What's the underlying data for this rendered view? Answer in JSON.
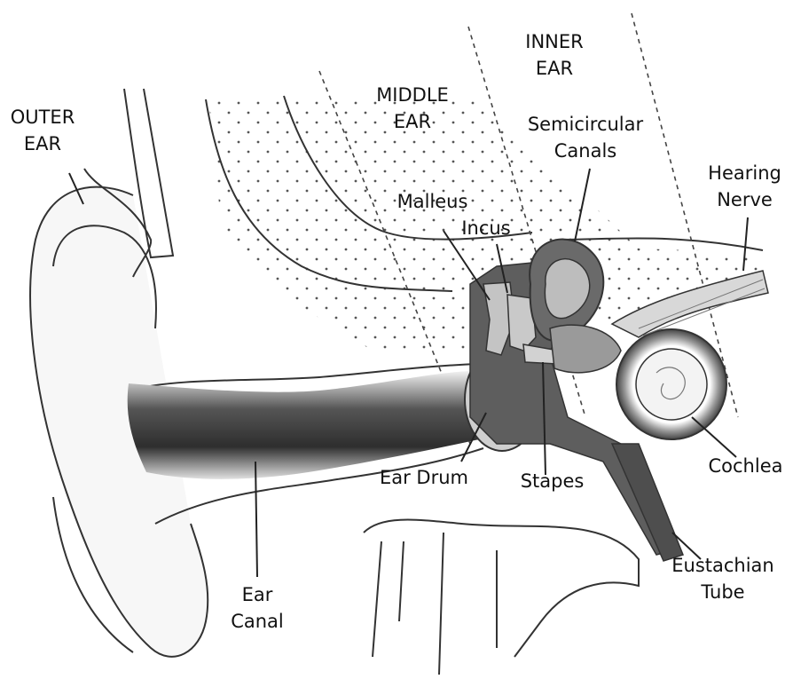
{
  "labels": {
    "outer_ear": {
      "lines": [
        "OUTER",
        "EAR"
      ]
    },
    "middle_ear": {
      "lines": [
        "MIDDLE",
        "EAR"
      ]
    },
    "inner_ear": {
      "lines": [
        "INNER",
        "EAR"
      ]
    },
    "semicircular": {
      "lines": [
        "Semicircular",
        "Canals"
      ]
    },
    "hearing_nerve": {
      "lines": [
        "Hearing",
        "Nerve"
      ]
    },
    "malleus": {
      "lines": [
        "Malleus"
      ]
    },
    "incus": {
      "lines": [
        "Incus"
      ]
    },
    "ear_drum": {
      "lines": [
        "Ear Drum"
      ]
    },
    "stapes": {
      "lines": [
        "Stapes"
      ]
    },
    "cochlea": {
      "lines": [
        "Cochlea"
      ]
    },
    "ear_canal": {
      "lines": [
        "Ear",
        "Canal"
      ]
    },
    "eustachian_tube": {
      "lines": [
        "Eustachian",
        "Tube"
      ]
    }
  },
  "colors": {
    "outline": "#333333",
    "dark_tissue": "#5a5a5a",
    "bone": "#bdbdbd",
    "canal_dark": "#3a3a3a",
    "canal_light": "#e6e6e6",
    "dot": "#555555"
  }
}
